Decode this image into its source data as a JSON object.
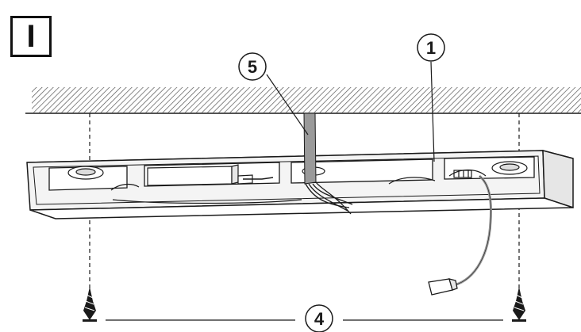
{
  "step_label": "I",
  "callouts": {
    "one": "1",
    "four": "4",
    "five": "5"
  },
  "colors": {
    "ink": "#1a1a1a",
    "hatch": "#555555",
    "cable": "#9a9a9a",
    "panel": "#f4f4f4"
  }
}
